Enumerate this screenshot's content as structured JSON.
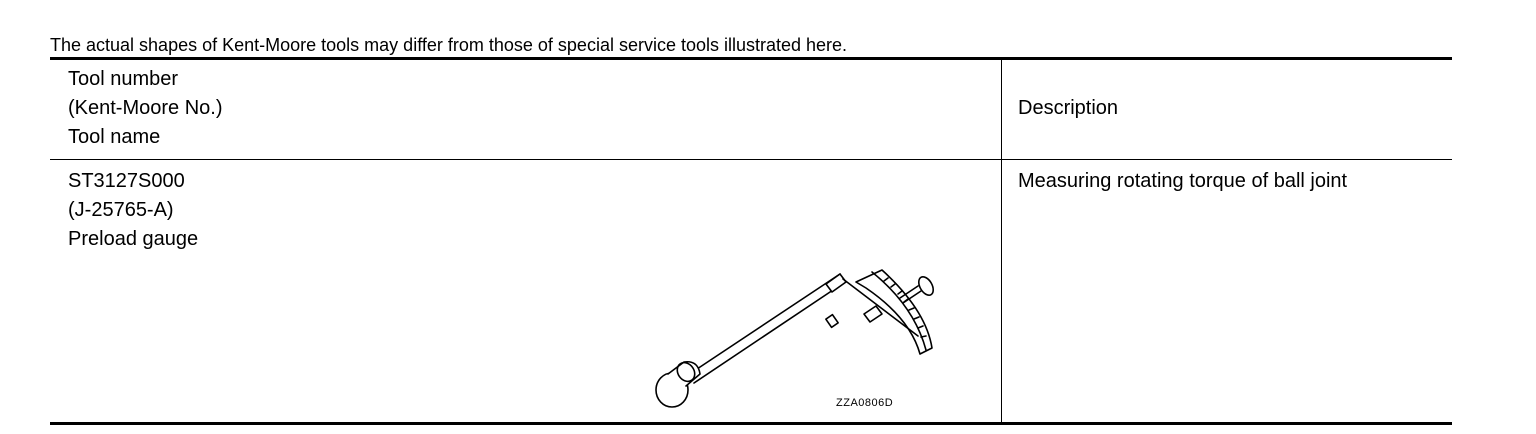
{
  "note": "The actual shapes of Kent-Moore tools may differ from those of special service tools illustrated here.",
  "table": {
    "header": {
      "col1": [
        "Tool number",
        "(Kent-Moore No.)",
        "Tool name"
      ],
      "col2": "Description"
    },
    "rows": [
      {
        "tool_number": "ST3127S000",
        "kent_moore_no": "(J-25765-A)",
        "tool_name": "Preload gauge",
        "description": "Measuring rotating torque of ball joint",
        "illustration_code": "ZZA0806D",
        "illustration_icon": "preload-gauge-illustration"
      }
    ]
  }
}
